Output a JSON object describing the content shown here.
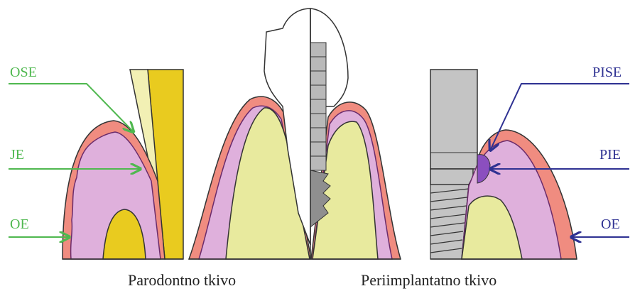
{
  "labels": {
    "ose": "OSE",
    "je": "JE",
    "oe_left": "OE",
    "pise": "PISE",
    "pie": "PIE",
    "oe_right": "OE"
  },
  "captions": {
    "left": "Parodontno tkivo",
    "right": "Periimplantatno tkivo"
  },
  "colors": {
    "epithelium": "#f08c80",
    "connective_tissue": "#dfb0dc",
    "bone": "#e8ea9e",
    "tooth_yellow": "#e9cb1f",
    "tooth_light": "#f2f0b4",
    "implant_gray": "#c4c4c4",
    "green_label": "#4fb84f",
    "blue_label": "#2e3192",
    "pie_purple": "#8b4fbf"
  }
}
